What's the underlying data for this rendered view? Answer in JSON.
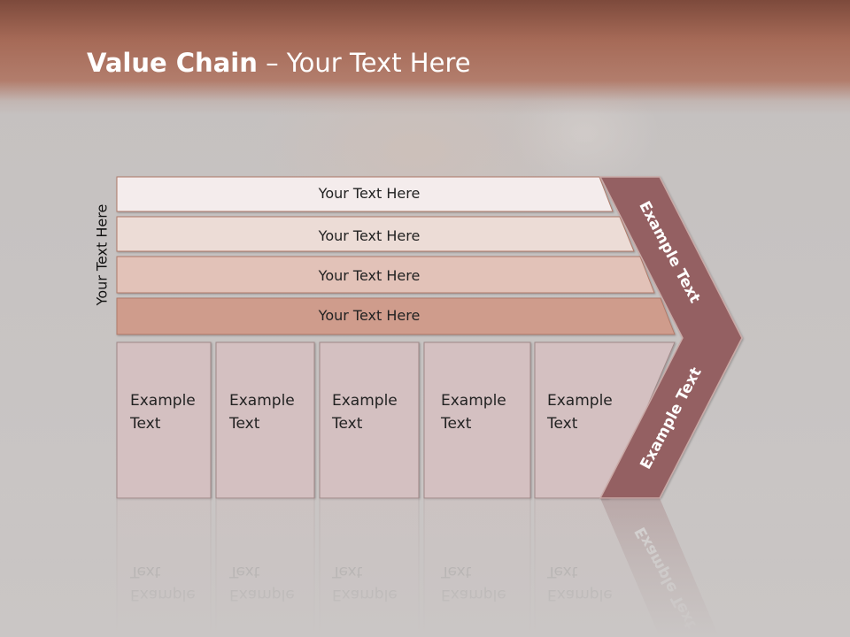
{
  "title": {
    "bold": "Value Chain",
    "rest": " – Your Text Here"
  },
  "side_label": "Your Text Here",
  "rows": [
    "Your Text Here",
    "Your Text Here",
    "Your Text Here",
    "Your Text Here"
  ],
  "cells": [
    {
      "line1": "Example",
      "line2": "Text"
    },
    {
      "line1": "Example",
      "line2": "Text"
    },
    {
      "line1": "Example",
      "line2": "Text"
    },
    {
      "line1": "Example",
      "line2": "Text"
    },
    {
      "line1": "Example",
      "line2": "Text"
    }
  ],
  "chevron": {
    "upper_text": "Example Text",
    "lower_text": "Example Text"
  },
  "colors": {
    "header": "#a66a57",
    "row1": "#f4ecec",
    "row2": "#ecdcd6",
    "row3": "#e2c2b8",
    "row4": "#cf9c8c",
    "cell": "#d4c0c1",
    "chevron": "#946062"
  }
}
